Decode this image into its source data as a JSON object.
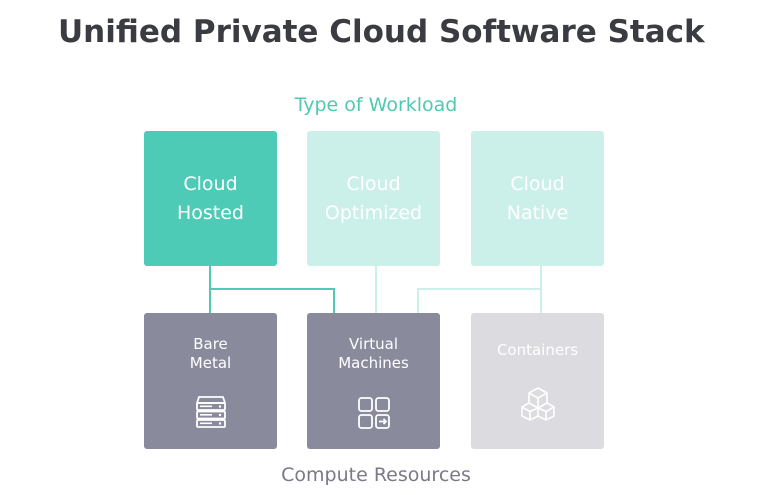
{
  "title": "Unified Private Cloud Software Stack",
  "workload_heading": "Type of Workload",
  "resources_heading": "Compute Resources",
  "workloads": [
    {
      "line1": "Cloud",
      "line2": "Hosted"
    },
    {
      "line1": "Cloud",
      "line2": "Optimized"
    },
    {
      "line1": "Cloud",
      "line2": "Native"
    }
  ],
  "resources": [
    {
      "line1": "Bare",
      "line2": "Metal",
      "icon": "server-stack-icon"
    },
    {
      "line1": "Virtual",
      "line2": "Machines",
      "icon": "vm-grid-icon"
    },
    {
      "line1": "Containers",
      "icon": "container-cubes-icon"
    }
  ],
  "colors": {
    "active_teal": "#4ecbb6",
    "light_teal": "#cbf0ea",
    "active_gray": "#898a9c",
    "light_gray": "#dcdce0",
    "heading_teal": "#4fc9b2"
  }
}
